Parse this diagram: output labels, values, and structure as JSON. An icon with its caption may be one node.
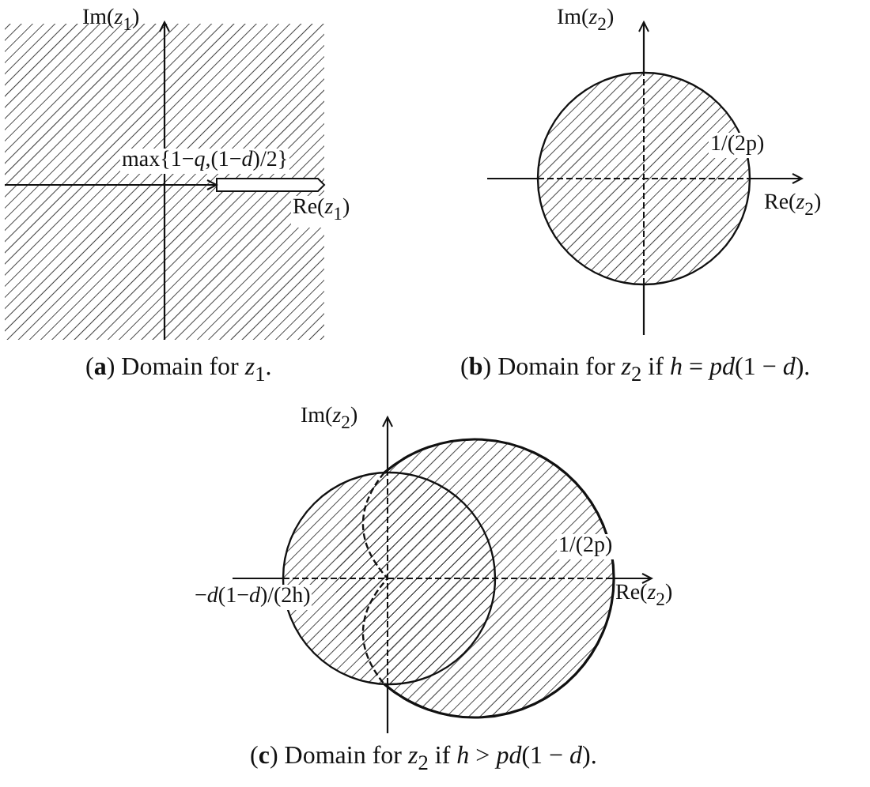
{
  "diagram": {
    "labels": [
      "Im(*z*$_{1}$)",
      "Im(*z*$_{2}$)",
      "max{1−*q*,(1−*d*)/2}",
      "1/(2p)",
      "Re(*z*$_{1}$)",
      "Re(*z*$_{2}$)",
      "(**a**) Domain for *z*$_{1}$.",
      "(**b**) Domain for *z*$_{2}$ if *h* = *pd*(1 − *d*).",
      "Im(*z*$_{2}$)",
      "1/(2p)",
      "−*d*(1−*d*)/(2h)",
      "Re(*z*$_{2}$)",
      "(**c**) Domain for *z*$_{2}$ if *h* > *pd*(1 − *d*)."
    ]
  }
}
